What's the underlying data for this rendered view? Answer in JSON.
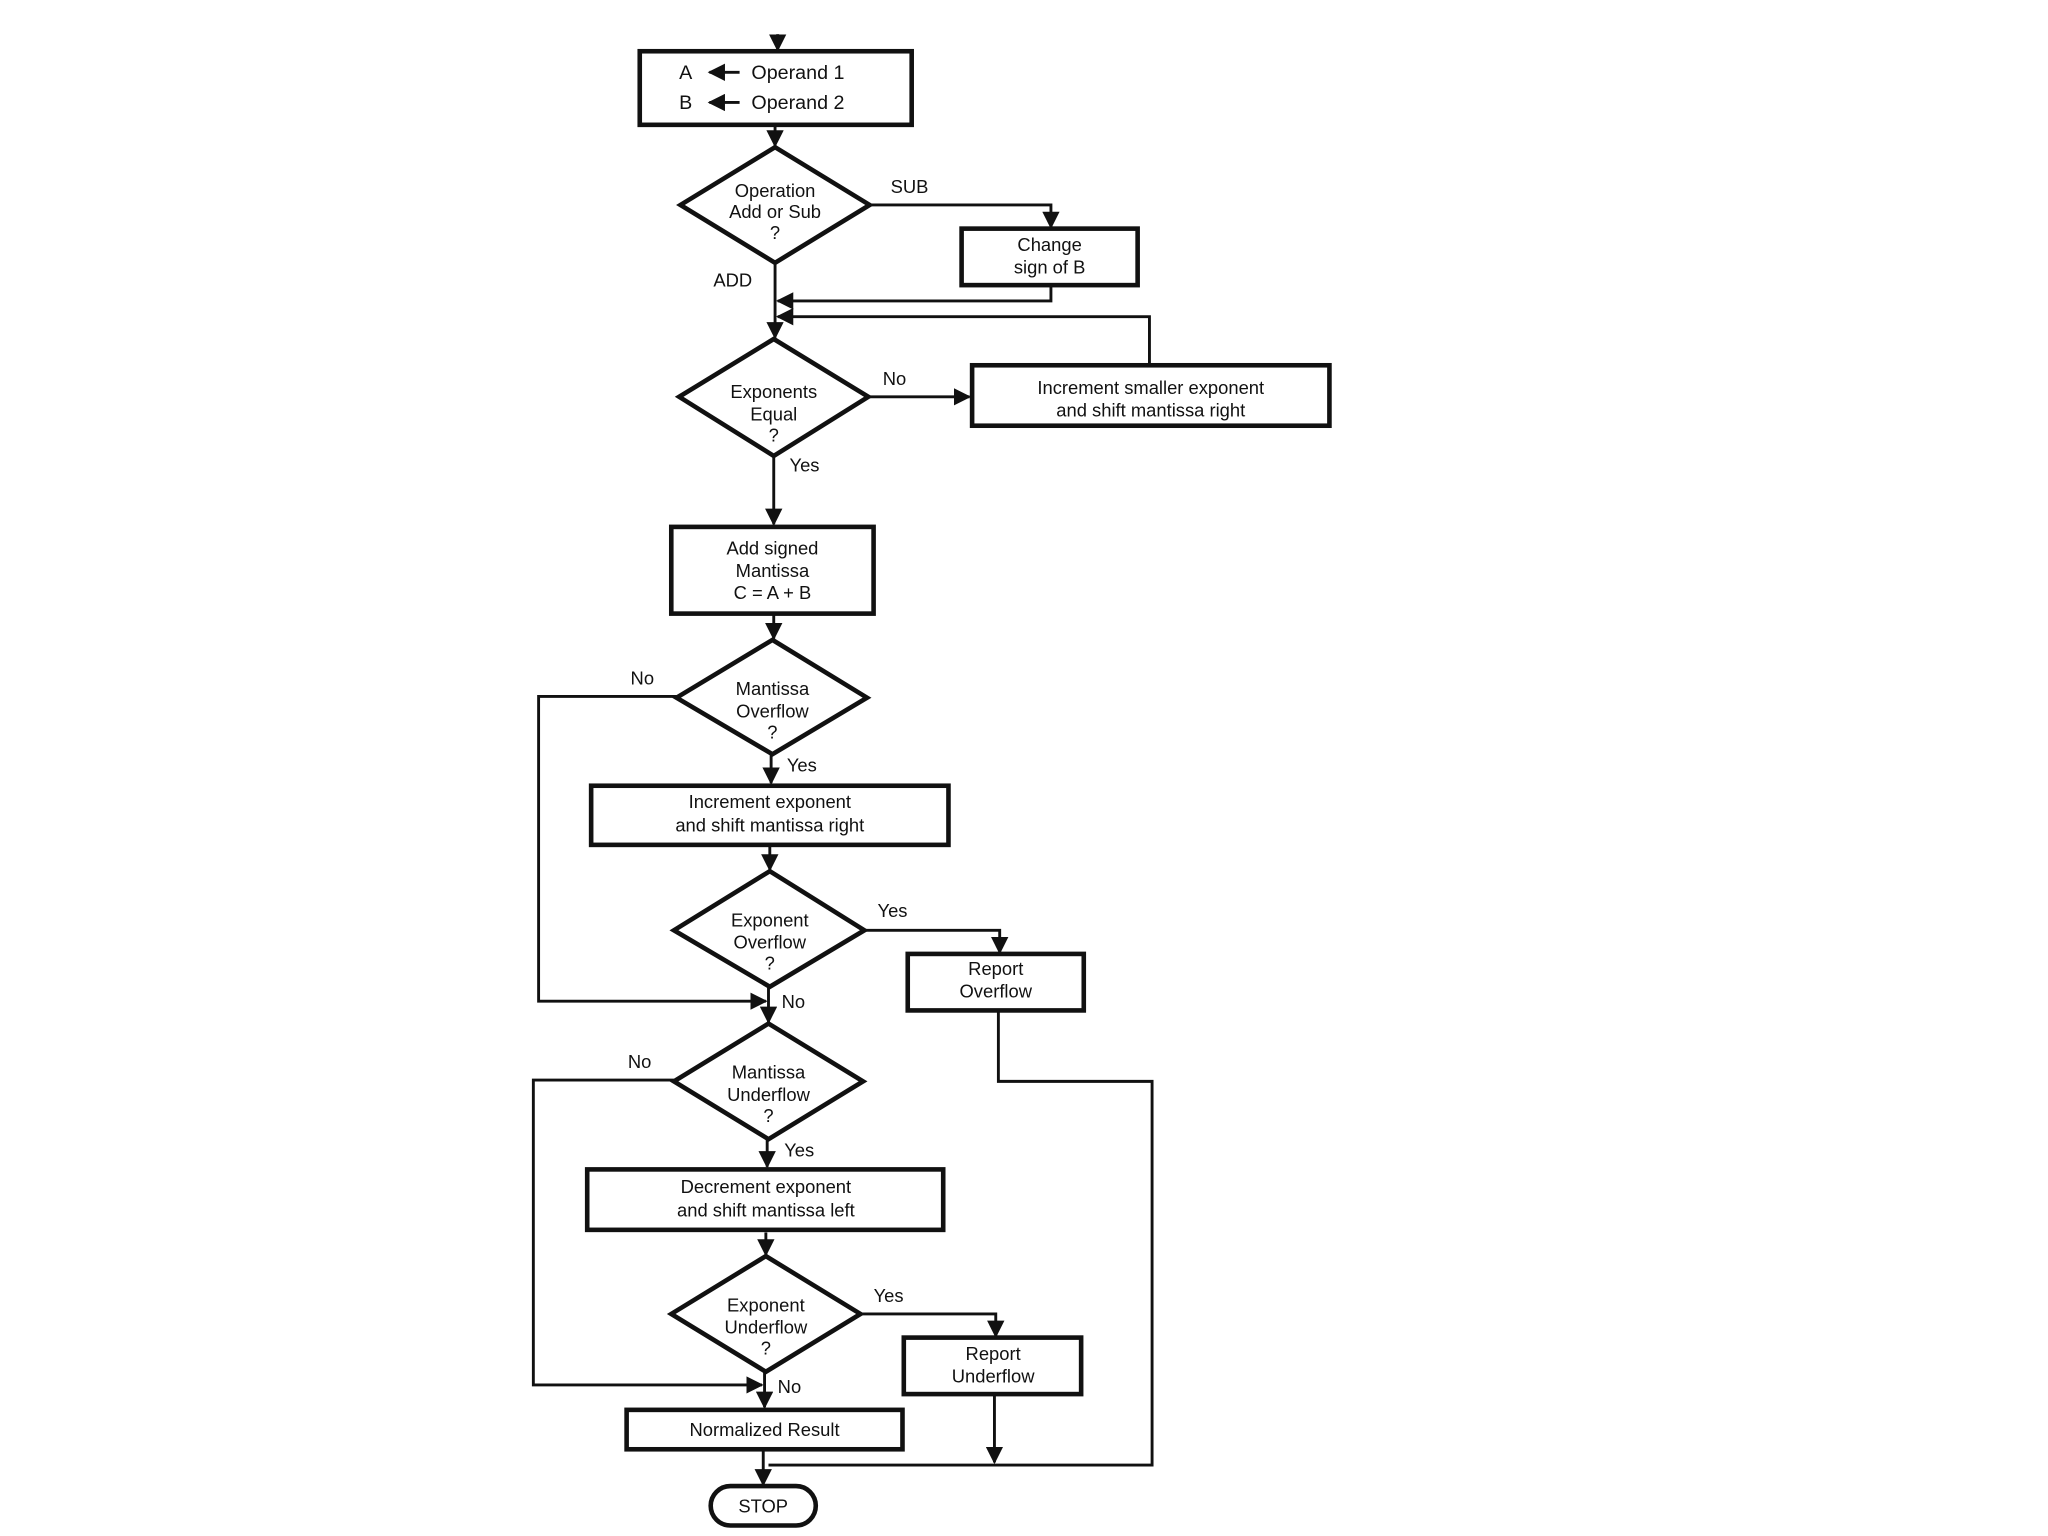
{
  "operands": {
    "a_label": "A",
    "a_value": "Operand 1",
    "b_label": "B",
    "b_value": "Operand 2"
  },
  "operation_decision": [
    "Operation",
    "Add or Sub",
    "?"
  ],
  "change_sign": [
    "Change",
    "sign of B"
  ],
  "exponents_equal_decision": [
    "Exponents",
    "Equal",
    "?"
  ],
  "increment_smaller": [
    "Increment smaller exponent",
    "and shift mantissa right"
  ],
  "add_mantissa": [
    "Add signed",
    "Mantissa",
    "C = A + B"
  ],
  "mantissa_overflow_decision": [
    "Mantissa",
    "Overflow",
    "?"
  ],
  "increment_exponent": [
    "Increment exponent",
    "and shift mantissa right"
  ],
  "exponent_overflow_decision": [
    "Exponent",
    "Overflow",
    "?"
  ],
  "report_overflow": [
    "Report",
    "Overflow"
  ],
  "mantissa_underflow_decision": [
    "Mantissa",
    "Underflow",
    "?"
  ],
  "decrement_exponent": [
    "Decrement exponent",
    "and shift mantissa left"
  ],
  "exponent_underflow_decision": [
    "Exponent",
    "Underflow",
    "?"
  ],
  "report_underflow": [
    "Report",
    "Underflow"
  ],
  "normalized_result": "Normalized Result",
  "stop": "STOP",
  "edge_labels": {
    "sub": "SUB",
    "add": "ADD",
    "exponents_no": "No",
    "exponents_yes": "Yes",
    "mantissa_overflow_no": "No",
    "mantissa_overflow_yes": "Yes",
    "exponent_overflow_yes": "Yes",
    "exponent_overflow_no": "No",
    "mantissa_underflow_no": "No",
    "mantissa_underflow_yes": "Yes",
    "exponent_underflow_yes": "Yes",
    "exponent_underflow_no": "No"
  }
}
